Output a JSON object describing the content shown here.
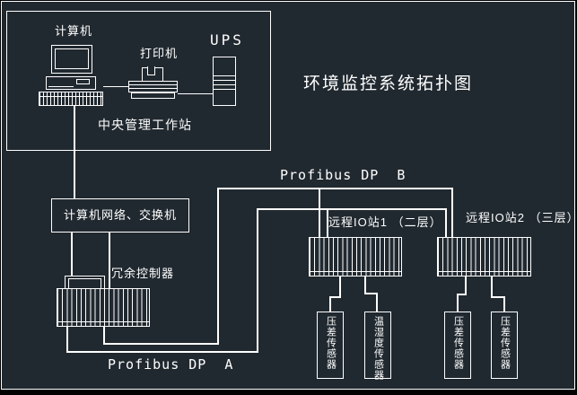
{
  "title": "环境监控系统拓扑图",
  "workstation": {
    "computer": "计算机",
    "printer": "打印机",
    "ups": "UPS",
    "caption": "中央管理工作站"
  },
  "network": {
    "switch": "计算机网络、交换机",
    "controller": "冗余控制器",
    "bus_b": "Profibus DP  B",
    "bus_a": "Profibus DP  A"
  },
  "stations": [
    {
      "label": "远程IO站1 （二层）",
      "sensors": [
        "压差传感器",
        "温湿度传感器"
      ]
    },
    {
      "label": "远程IO站2 （三层）",
      "sensors": [
        "压差传感器",
        "压差传感器"
      ]
    }
  ],
  "colors": {
    "background": "#212930",
    "line": "#ffffff",
    "outer": "#000000"
  }
}
